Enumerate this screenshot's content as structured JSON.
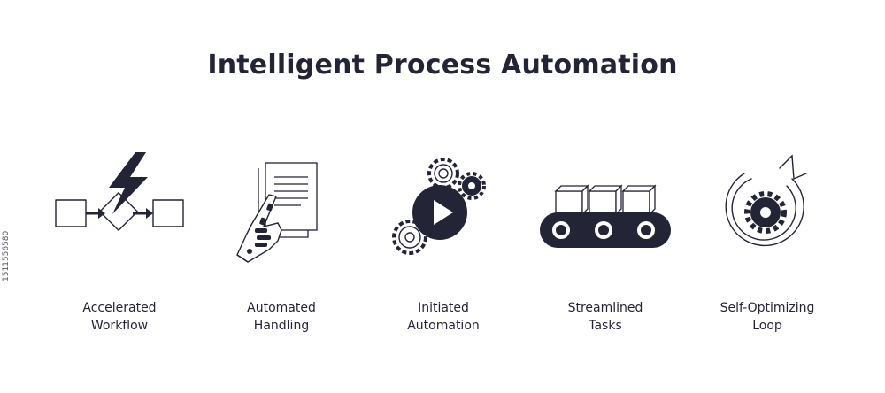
{
  "title": "Intelligent Process Automation",
  "side_id": "1511556580",
  "colors": {
    "ink": "#242437",
    "background": "#ffffff"
  },
  "items": [
    {
      "icon": "lightning-workflow-icon",
      "line1": "Accelerated",
      "line2": "Workflow"
    },
    {
      "icon": "robot-hand-document-icon",
      "line1": "Automated",
      "line2": "Handling"
    },
    {
      "icon": "play-gears-icon",
      "line1": "Initiated",
      "line2": "Automation"
    },
    {
      "icon": "conveyor-belt-icon",
      "line1": "Streamlined",
      "line2": "Tasks"
    },
    {
      "icon": "refresh-gear-icon",
      "line1": "Self-Optimizing",
      "line2": "Loop"
    }
  ]
}
